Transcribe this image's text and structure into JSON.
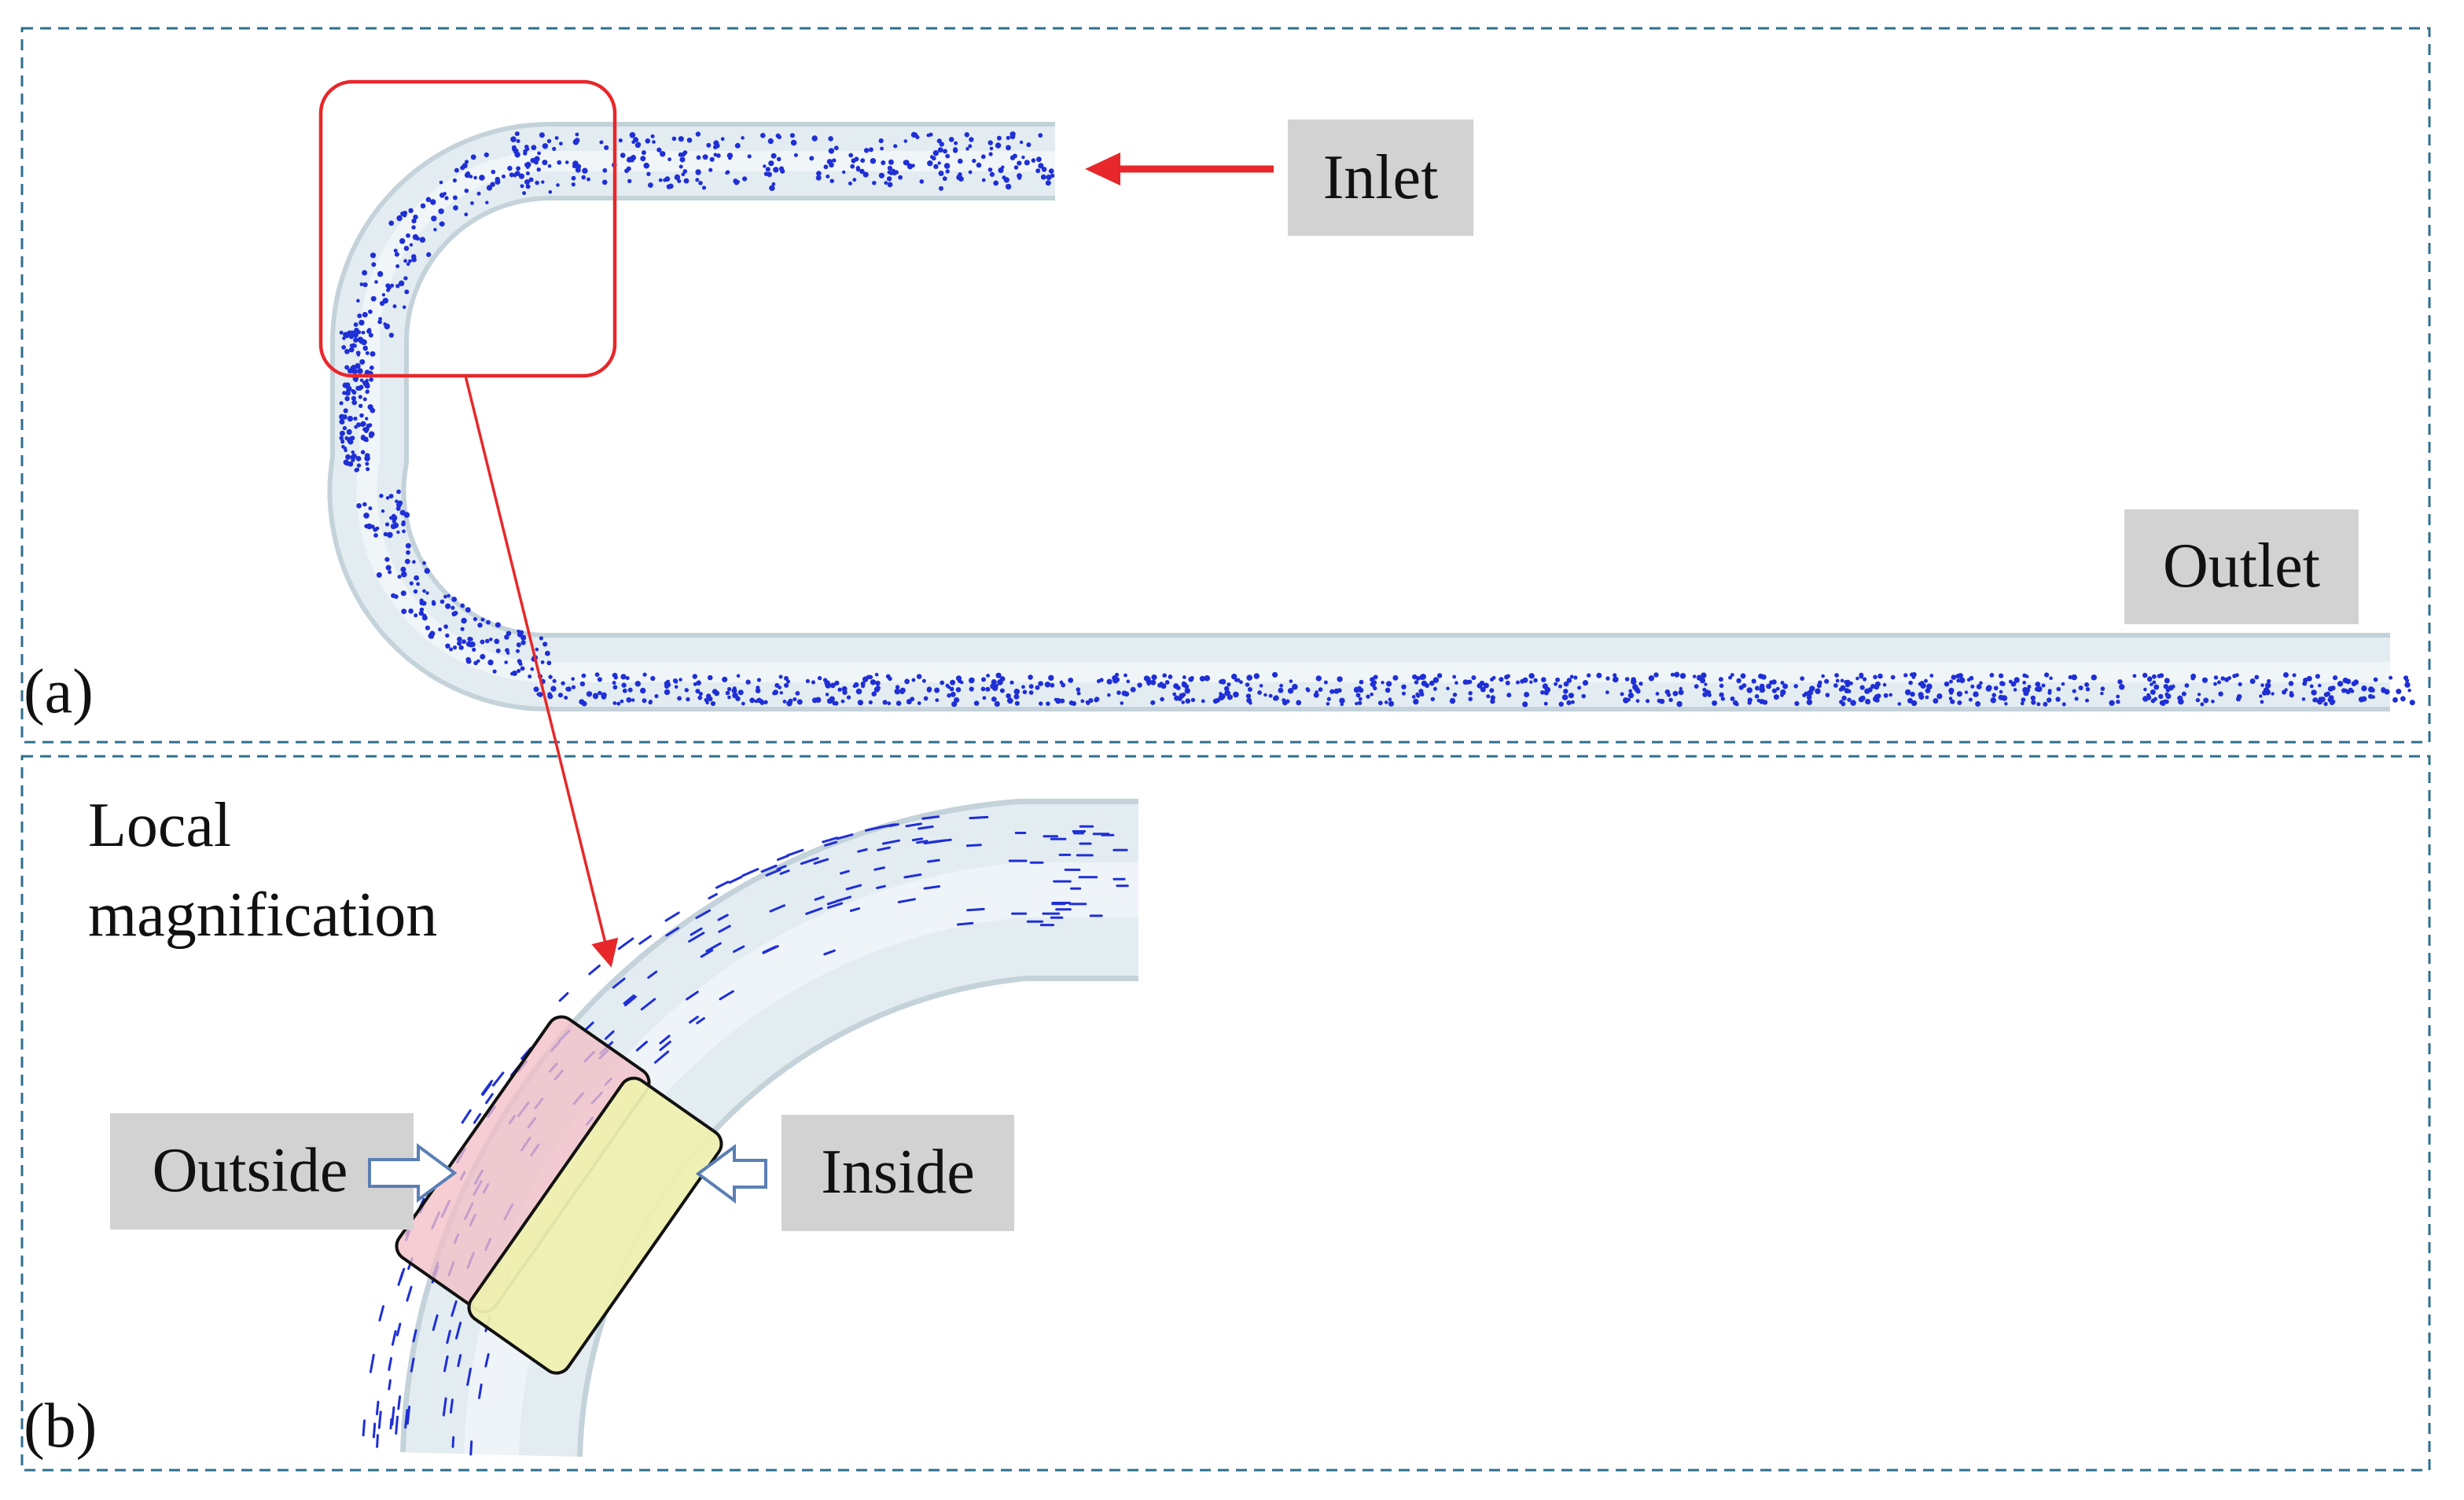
{
  "panel_a": {
    "label": "(a)",
    "inlet_label": "Inlet",
    "outlet_label": "Outlet"
  },
  "panel_b": {
    "label": "(b)",
    "title_line1": "Local",
    "title_line2": "magnification",
    "outside_label": "Outside",
    "inside_label": "Inside"
  },
  "colors": {
    "panel_border": "#2e6f8e",
    "pipe_fill": "#e3ecf1",
    "pipe_edge": "#c4d2da",
    "particle": "#1f2fd6",
    "highlight": "#e8272a",
    "label_box": "#d2d2d2",
    "outside_zone": "#f2bfc6",
    "inside_zone": "#eef0b0",
    "hollow_arrow": "#5a7fb5"
  }
}
